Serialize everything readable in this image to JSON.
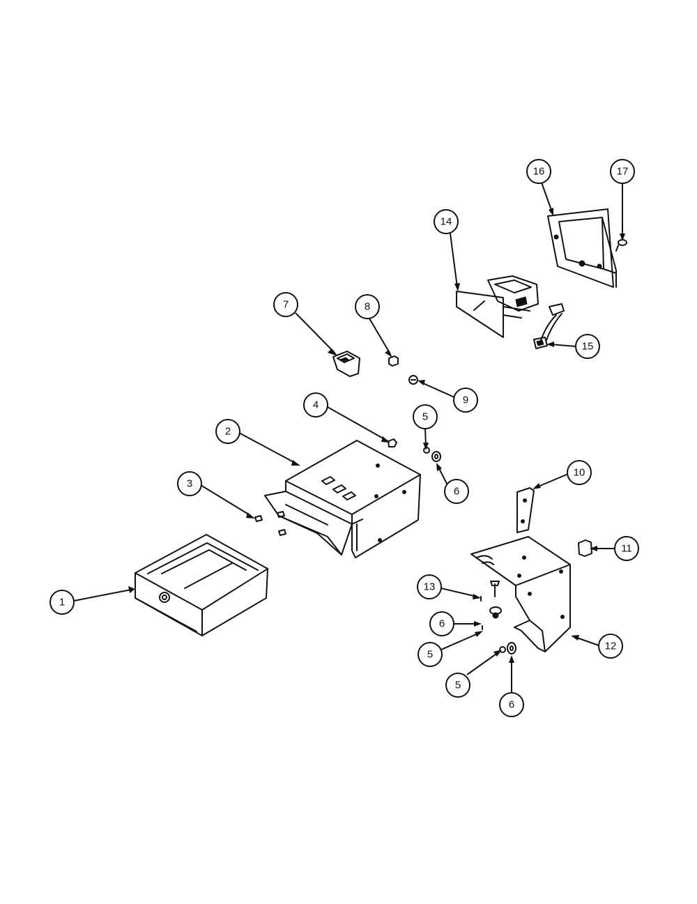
{
  "diagram": {
    "callouts": [
      {
        "id": "c1",
        "label": "1"
      },
      {
        "id": "c2",
        "label": "2"
      },
      {
        "id": "c3",
        "label": "3"
      },
      {
        "id": "c4",
        "label": "4"
      },
      {
        "id": "c5a",
        "label": "5"
      },
      {
        "id": "c6a",
        "label": "6"
      },
      {
        "id": "c7",
        "label": "7"
      },
      {
        "id": "c8",
        "label": "8"
      },
      {
        "id": "c9",
        "label": "9"
      },
      {
        "id": "c10",
        "label": "10"
      },
      {
        "id": "c11",
        "label": "11"
      },
      {
        "id": "c12",
        "label": "12"
      },
      {
        "id": "c13",
        "label": "13"
      },
      {
        "id": "c6b",
        "label": "6"
      },
      {
        "id": "c5b",
        "label": "5"
      },
      {
        "id": "c5c",
        "label": "5"
      },
      {
        "id": "c6c",
        "label": "6"
      },
      {
        "id": "c14",
        "label": "14"
      },
      {
        "id": "c15",
        "label": "15"
      },
      {
        "id": "c16",
        "label": "16"
      },
      {
        "id": "c17",
        "label": "17"
      }
    ]
  }
}
